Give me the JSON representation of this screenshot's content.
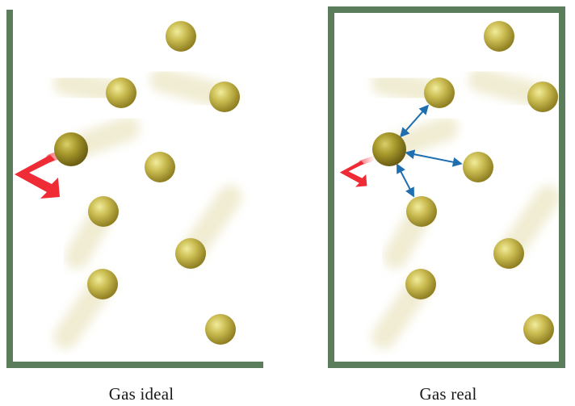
{
  "panels": [
    {
      "caption": "Gas ideal",
      "kind": "ideal",
      "colors": {
        "frame": "#5c7d5b",
        "particle": "#cbbd52",
        "particle_highlight": "#f1ec9d",
        "particle_shadow": "#8f7f22",
        "impact_arrow": "#ef2b36"
      }
    },
    {
      "caption": "Gas real",
      "kind": "real",
      "colors": {
        "frame": "#5c7d5b",
        "particle": "#cbbd52",
        "particle_highlight": "#f1ec9d",
        "particle_shadow": "#8f7f22",
        "impact_arrow": "#ef2b36",
        "attraction_arrows": "#1f6fb0"
      }
    }
  ]
}
